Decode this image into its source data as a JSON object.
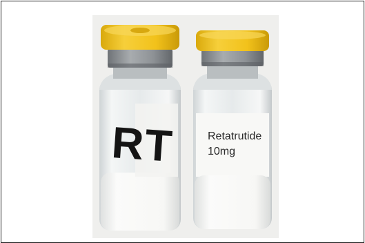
{
  "figure": {
    "description_visible_text": {
      "vial_left_marking": "RT",
      "vial_right_label_line1": "Retatrutide",
      "vial_right_label_line2": "10mg"
    },
    "colors": {
      "cap_yellow": "#f2c21b",
      "cap_rim": "#d9a90c",
      "crimp_grey": "#8e9296",
      "glass": "#e8ecee",
      "powder": "#f7f7f5",
      "background": "#f1f1ef",
      "frame_border": "#1a1a1a"
    }
  }
}
